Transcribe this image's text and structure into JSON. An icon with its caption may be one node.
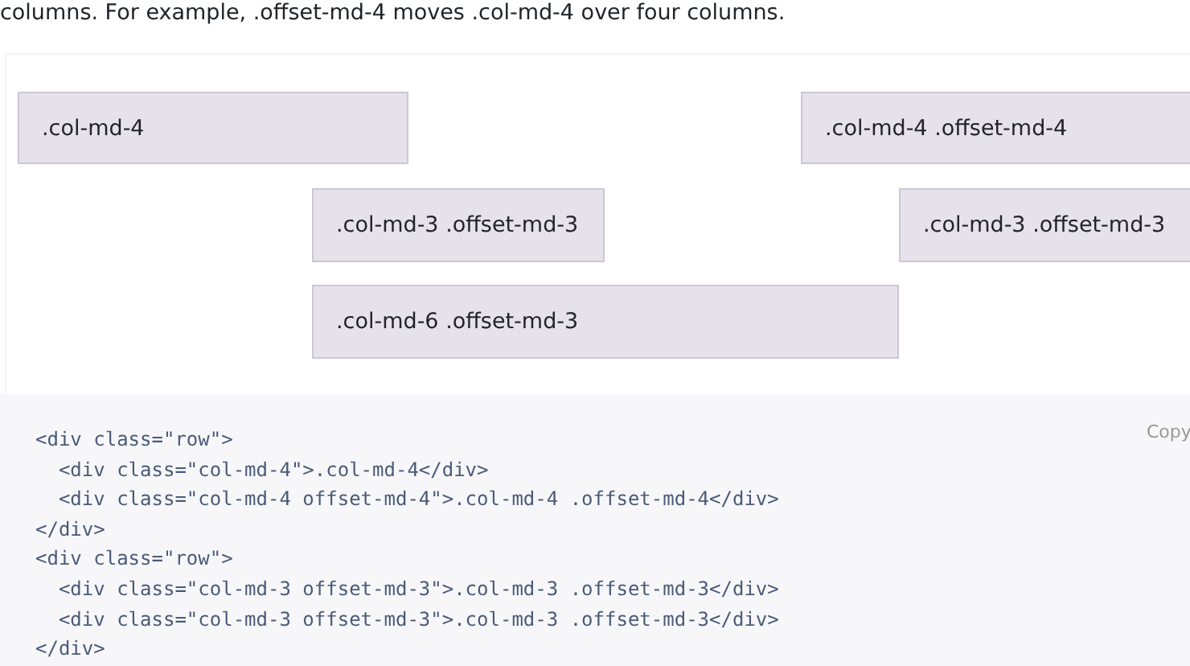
{
  "diagram": {
    "nodes": [
      {
        "text": [
          ".col-md-4"
        ]
      },
      {
        "text": [
          ".col-md-4 .offset-md-4"
        ]
      },
      {
        "text": [
          ".col-md-3 .offset-md-3"
        ]
      },
      {
        "text": [
          ".col-md-3 .offset-md-3"
        ]
      },
      {
        "text": [
          ".col-md-6 .offset-md-3"
        ]
      }
    ],
    "edges": [],
    "labels": [
      "columns. For example, .offset-md-4 moves .col-md-4 over four columns.",
      "Copy",
      "<div class=\"row\">",
      "  <div class=\"col-md-4\">.col-md-4</div>",
      "  <div class=\"col-md-4 offset-md-4\">.col-md-4 .offset-md-4</div>",
      "</div>",
      "<div class=\"row\">",
      "  <div class=\"col-md-3 offset-md-3\">.col-md-3 .offset-md-3</div>",
      "  <div class=\"col-md-3 offset-md-3\">.col-md-3 .offset-md-3</div>",
      "</div>"
    ]
  }
}
